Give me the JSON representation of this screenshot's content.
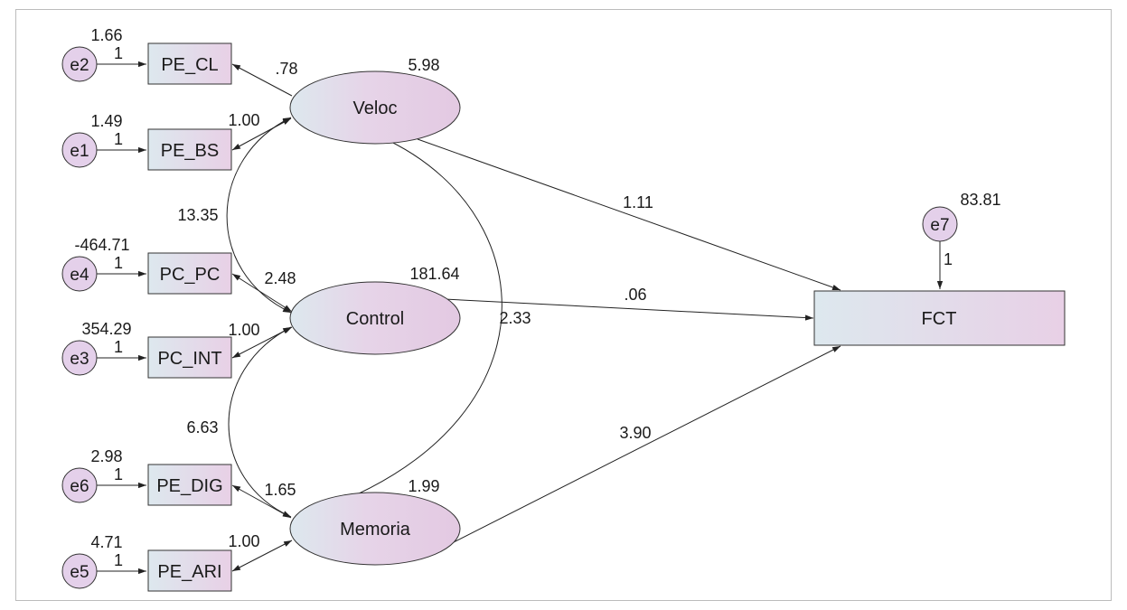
{
  "observed": [
    {
      "id": "PE_CL",
      "label": "PE_CL"
    },
    {
      "id": "PE_BS",
      "label": "PE_BS"
    },
    {
      "id": "PC_PC",
      "label": "PC_PC"
    },
    {
      "id": "PC_INT",
      "label": "PC_INT"
    },
    {
      "id": "PE_DIG",
      "label": "PE_DIG"
    },
    {
      "id": "PE_ARI",
      "label": "PE_ARI"
    },
    {
      "id": "FCT",
      "label": "FCT"
    }
  ],
  "latent": [
    {
      "id": "Veloc",
      "label": "Veloc",
      "variance": "5.98"
    },
    {
      "id": "Control",
      "label": "Control",
      "variance": "181.64"
    },
    {
      "id": "Memoria",
      "label": "Memoria",
      "variance": "1.99"
    }
  ],
  "errors": [
    {
      "id": "e2",
      "label": "e2",
      "variance": "1.66",
      "weight": "1"
    },
    {
      "id": "e1",
      "label": "e1",
      "variance": "1.49",
      "weight": "1"
    },
    {
      "id": "e4",
      "label": "e4",
      "variance": "-464.71",
      "weight": "1"
    },
    {
      "id": "e3",
      "label": "e3",
      "variance": "354.29",
      "weight": "1"
    },
    {
      "id": "e6",
      "label": "e6",
      "variance": "2.98",
      "weight": "1"
    },
    {
      "id": "e5",
      "label": "e5",
      "variance": "4.71",
      "weight": "1"
    },
    {
      "id": "e7",
      "label": "e7",
      "variance": "83.81",
      "weight": "1"
    }
  ],
  "loadings": {
    "veloc_pe_cl": ".78",
    "veloc_pe_bs": "1.00",
    "control_pc_pc": "2.48",
    "control_pc_int": "1.00",
    "memoria_pe_dig": "1.65",
    "memoria_pe_ari": "1.00"
  },
  "regressions": {
    "veloc_fct": "1.11",
    "control_fct": ".06",
    "memoria_fct": "3.90"
  },
  "covariances": {
    "veloc_control": "13.35",
    "control_memoria": "6.63",
    "veloc_memoria": "2.33"
  },
  "colors": {
    "node_fill_left": "#dde8ee",
    "node_fill_right": "#e8d0e6",
    "error_fill": "#e4d0ea",
    "frame": "#bcbcbc",
    "stroke": "#222222"
  }
}
